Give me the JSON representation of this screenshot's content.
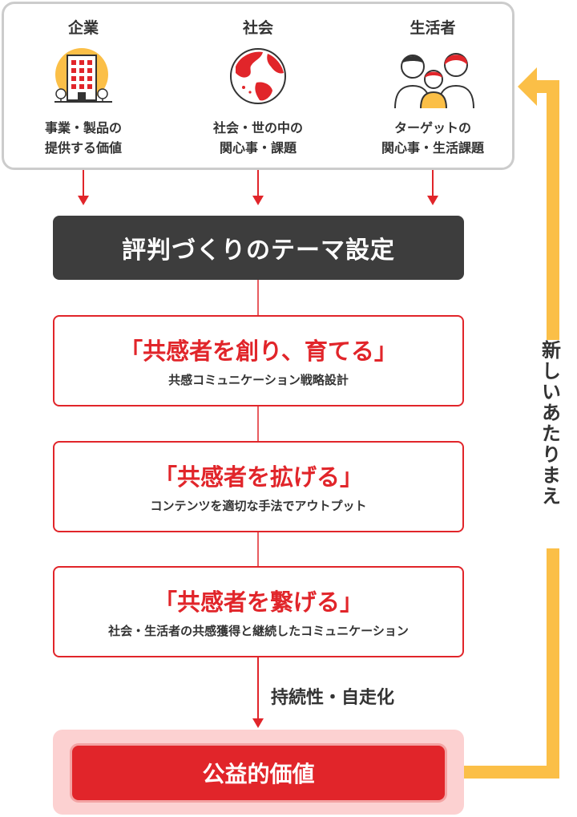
{
  "sources": [
    {
      "title": "企業",
      "desc": "事業・製品の\n提供する価値",
      "icon": "building-icon"
    },
    {
      "title": "社会",
      "desc": "社会・世の中の\n関心事・課題",
      "icon": "globe-icon"
    },
    {
      "title": "生活者",
      "desc": "ターゲットの\n関心事・生活課題",
      "icon": "people-icon"
    }
  ],
  "theme": "評判づくりのテーマ設定",
  "steps": [
    {
      "title": "「共感者を創り、育てる」",
      "sub": "共感コミュニケーション戦略設計"
    },
    {
      "title": "「共感者を拡げる」",
      "sub": "コンテンツを適切な手法でアウトプット"
    },
    {
      "title": "「共感者を繋げる」",
      "sub": "社会・生活者の共感獲得と継続したコミュニケーション"
    }
  ],
  "sustain": "持続性・自走化",
  "public_value": "公益的価値",
  "loop_label": "新しいあたりまえ",
  "colors": {
    "red": "#e1252a",
    "dark": "#3d3d3d",
    "yellow": "#fbbf47",
    "gray_border": "#cccccc",
    "pink": "#fcd1d1"
  }
}
